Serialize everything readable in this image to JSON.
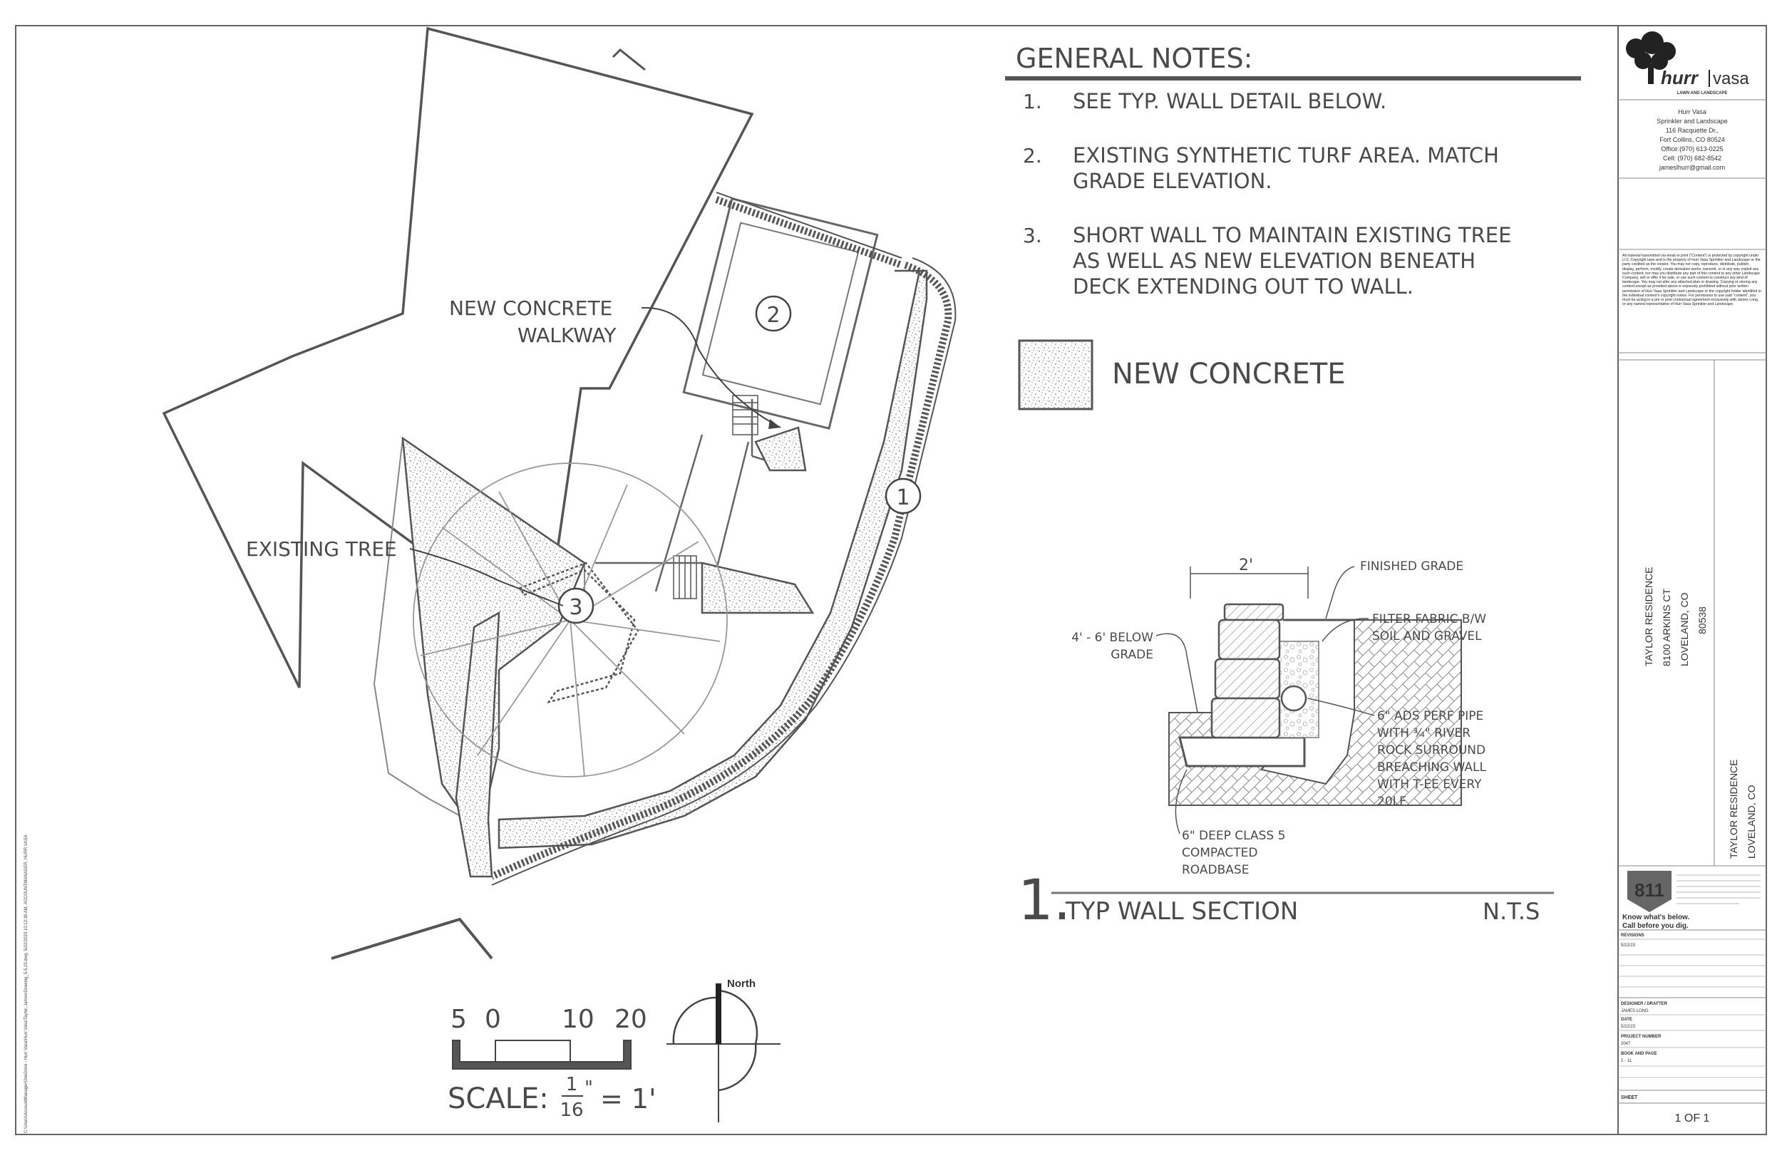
{
  "general_notes": {
    "title": "GENERAL NOTES:",
    "items": [
      {
        "num": "1.",
        "lines": [
          "SEE TYP. WALL DETAIL BELOW."
        ]
      },
      {
        "num": "2.",
        "lines": [
          "EXISTING SYNTHETIC TURF AREA. MATCH",
          "GRADE ELEVATION."
        ]
      },
      {
        "num": "3.",
        "lines": [
          "SHORT WALL TO MAINTAIN EXISTING TREE",
          "AS WELL AS NEW ELEVATION BENEATH",
          "DECK EXTENDING OUT TO WALL."
        ]
      }
    ]
  },
  "legend": {
    "new_concrete": "NEW CONCRETE"
  },
  "plan_labels": {
    "walkway_line1": "NEW CONCRETE",
    "walkway_line2": "WALKWAY",
    "existing_tree": "EXISTING TREE",
    "callout_1": "1",
    "callout_2": "2",
    "callout_3": "3"
  },
  "wall_section": {
    "number": "1.",
    "title": "TYP WALL SECTION",
    "nts": "N.T.S",
    "dim_width": "2'",
    "finished_grade": "FINISHED GRADE",
    "filter_fabric": [
      "FILTER FABRIC B/W",
      "SOIL AND GRAVEL"
    ],
    "below_grade": [
      "4' - 6' BELOW",
      "GRADE"
    ],
    "perf_pipe": [
      "6\" ADS PERF PIPE",
      "WITH ¾\" RIVER",
      "ROCK SURROUND",
      "BREACHING WALL",
      "WITH T-EE EVERY",
      "20LF"
    ],
    "roadbase": [
      "6\" DEEP CLASS 5",
      "COMPACTED",
      "ROADBASE"
    ]
  },
  "scale": {
    "ticks": [
      "5",
      "0",
      "10",
      "20"
    ],
    "label": "SCALE:",
    "frac_num": "1",
    "frac_den": "16",
    "unit_inch": "\"",
    "equals": "= 1'"
  },
  "north": {
    "label": "North"
  },
  "side_path": "C:\\Users\\AccountManager\\OneDrive - Hurr Vasa\\Hurr Vasa\\Taylor, James\\Drawing_5.5.23.dwg, 5/22/2023 10:12:39 AM, ACCOUNTMANAGER, HURR VASA",
  "title_block": {
    "logo_word": "hurr",
    "logo_word2": "vasa",
    "logo_sub": "LAWN AND LANDSCAPE",
    "company": [
      "Hurr Vasa",
      "Sprinkler and Landscape",
      "116 Racquette Dr.,",
      "Fort Collins, CO 80524",
      "Office:(970) 613-0225",
      "Cell: (970) 682-8542",
      "jameslhurr@gmail.com"
    ],
    "copyright": "All material transmitted via email or print (\"Content\") is protected by copyright under U.S. Copyright laws and is the property of Hurr Vasa Sprinkler and Landscape or the party credited as the creator. You may not copy, reproduce, distribute, publish, display, perform, modify, create derivative works, transmit, or in any way exploit any such content, nor may you distribute any part of this content to any other Landscape Company, sell or offer it for sale, or use such content to construct any kind of landscape. You may not alter any attached plan or drawing. Copying or storing any content except as provided above is expressly prohibited without prior written permission of Hurr Vasa Sprinkler and Landscape or the copyright holder identified in the individual content's copyright notice. For permission to use said \"content\", you must be acting in a pre or post contractual agreement exclusively with James Long, or any named representative of Hurr Vasa Sprinkler and Landscape.",
    "project_lines": [
      "TAYLOR RESIDENCE",
      "8100 ARKINS CT",
      "LOVELAND, CO",
      "80538"
    ],
    "project_short": [
      "TAYLOR RESIDENCE",
      "LOVELAND, CO"
    ],
    "badge": "811",
    "know": "Know what's below.",
    "call": "Call before you dig.",
    "revisions_label": "REVISIONS",
    "revision_value": "5/22/23",
    "designer_label": "DESIGNER / DRAFTER",
    "designer_value": "JAMES LONG",
    "date_label": "DATE",
    "date_value": "5/22/23",
    "project_number_label": "PROJECT NUMBER",
    "project_number_value": "2047",
    "book_label": "BOOK AND PAGE",
    "book_value": "1 - 11",
    "sheet_label": "SHEET",
    "sheet_value": "1  OF  1"
  }
}
